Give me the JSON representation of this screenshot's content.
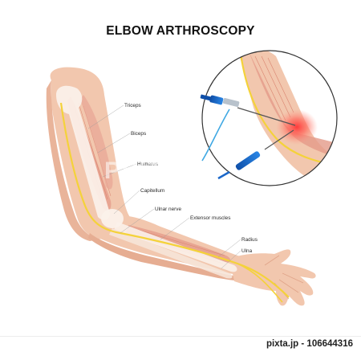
{
  "title": "ELBOW ARTHROSCOPY",
  "labels": {
    "triceps": "Triceps",
    "biceps": "Biceps",
    "humerus": "Humerus",
    "capitellum": "Capitellum",
    "ulnar_nerve": "Ulnar nerve",
    "extensor_muscles": "Extensor muscles",
    "radius": "Radius",
    "ulna": "Ulna"
  },
  "watermark": "PIXTA",
  "footer": {
    "stock_id": "pixta.jp - 106644316"
  },
  "colors": {
    "skin": "#f2c7ae",
    "skin_shadow": "#e6ad92",
    "muscle": "#e49a88",
    "bone": "#fbf1ea",
    "nerve": "#f4d23a",
    "instrument_blue": "#1a67c9",
    "cable_blue": "#3fa8e3",
    "inflammation": "#ff4a4a"
  }
}
